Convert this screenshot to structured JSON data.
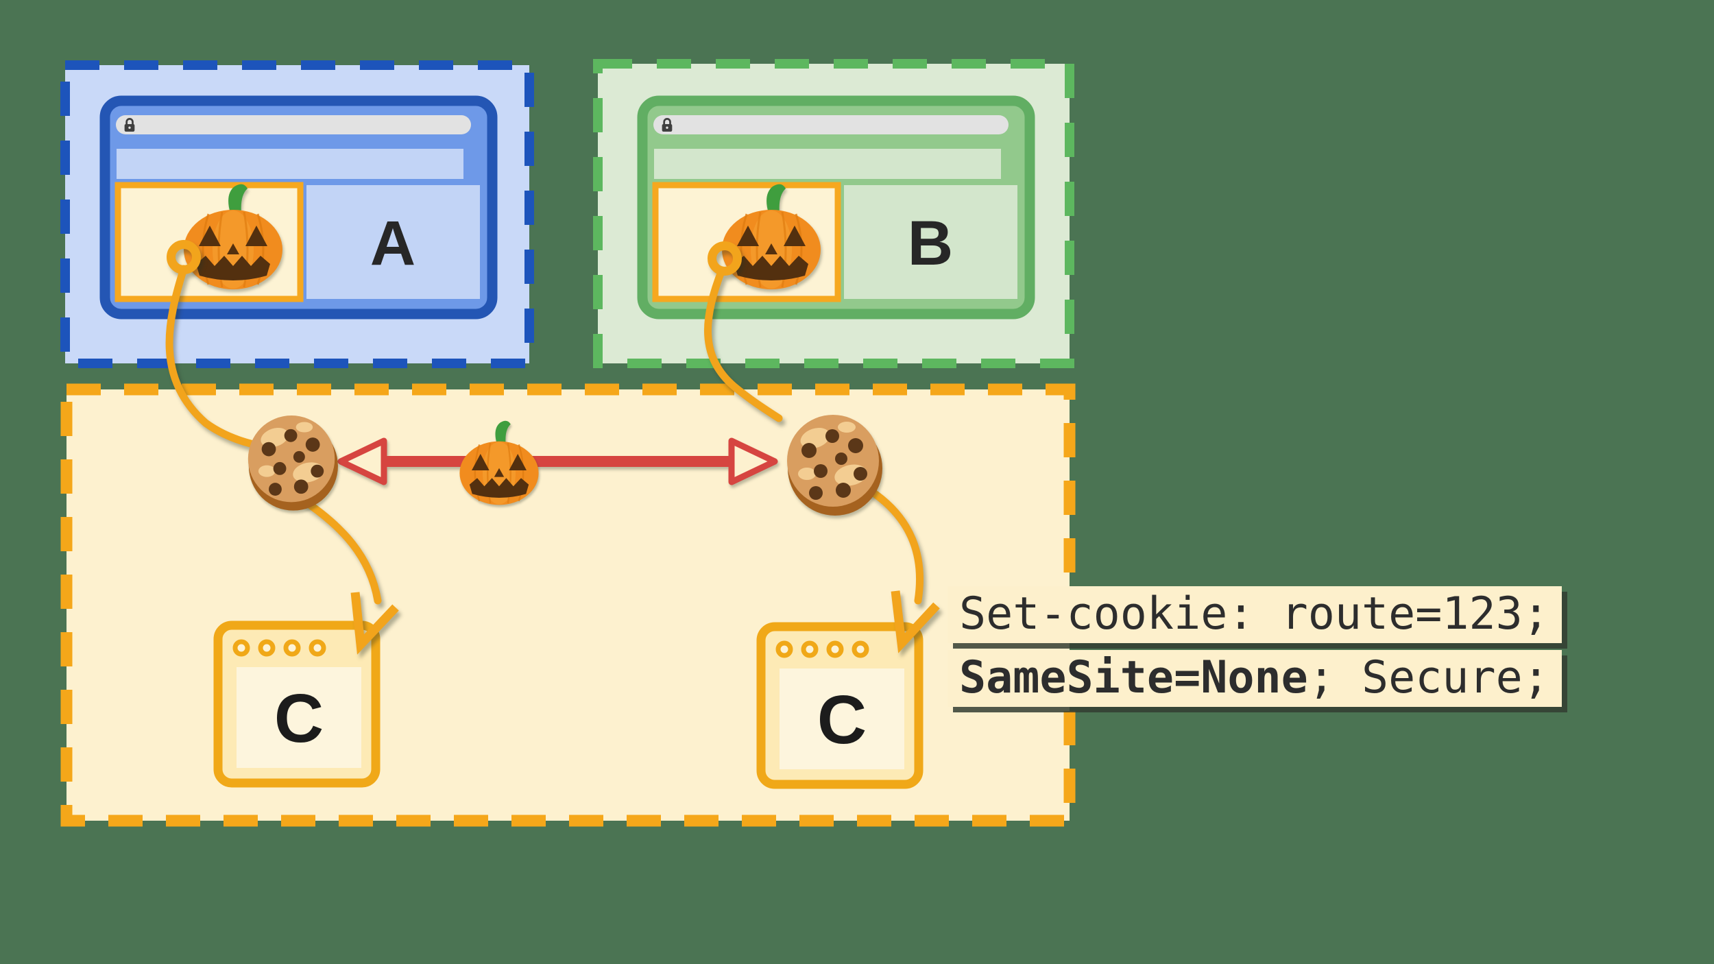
{
  "diagram": {
    "title_semantic": "Third-party cookie partitioning diagram: sites A and B embed the same third-party C; C sets a cross-site cookie",
    "site_a": {
      "label": "A"
    },
    "site_b": {
      "label": "B"
    },
    "third_party_left": {
      "label": "C"
    },
    "third_party_right": {
      "label": "C"
    },
    "code_annotation": {
      "line1": "Set-cookie: route=123;",
      "line2_bold": "SameSite=None",
      "line2_rest": "; Secure;"
    }
  },
  "icons": {
    "lock": "lock-icon",
    "pumpkin": "pumpkin-icon",
    "cookie": "cookie-icon",
    "ring": "cookie-anchor-ring-icon",
    "red_arrow": "cross-site-sync-arrow",
    "orange_arrowhead": "cookie-flow-arrowhead"
  },
  "colors": {
    "background": "#4b7453",
    "site_a_dash": "#1d54bb",
    "site_a_bg": "#c9d9f8",
    "window_a_border": "#2456b4",
    "window_a_fill": "#6e99e8",
    "window_a_panel": "#c2d4f6",
    "site_b_dash": "#5db75f",
    "site_b_bg": "#dcead4",
    "window_b_border": "#61ae63",
    "window_b_fill": "#92c98c",
    "window_b_panel": "#d3e6cc",
    "third_party_dash": "#f5a71a",
    "third_party_bg": "#fdf1cf",
    "iframe_border": "#f6a81f",
    "iframe_bg": "#fdf3d4",
    "curve_orange": "#f2a41c",
    "red_arrow": "#d64540",
    "url_bar": "#e2e2e2",
    "code_box_bg": "#fdf0cc",
    "code_text": "#2d2d2d",
    "pumpkin_body": "#f18c1e",
    "pumpkin_face": "#53300f",
    "pumpkin_stem": "#3f9e3e",
    "cookie_body": "#d99e60",
    "cookie_chip": "#5b3718"
  }
}
